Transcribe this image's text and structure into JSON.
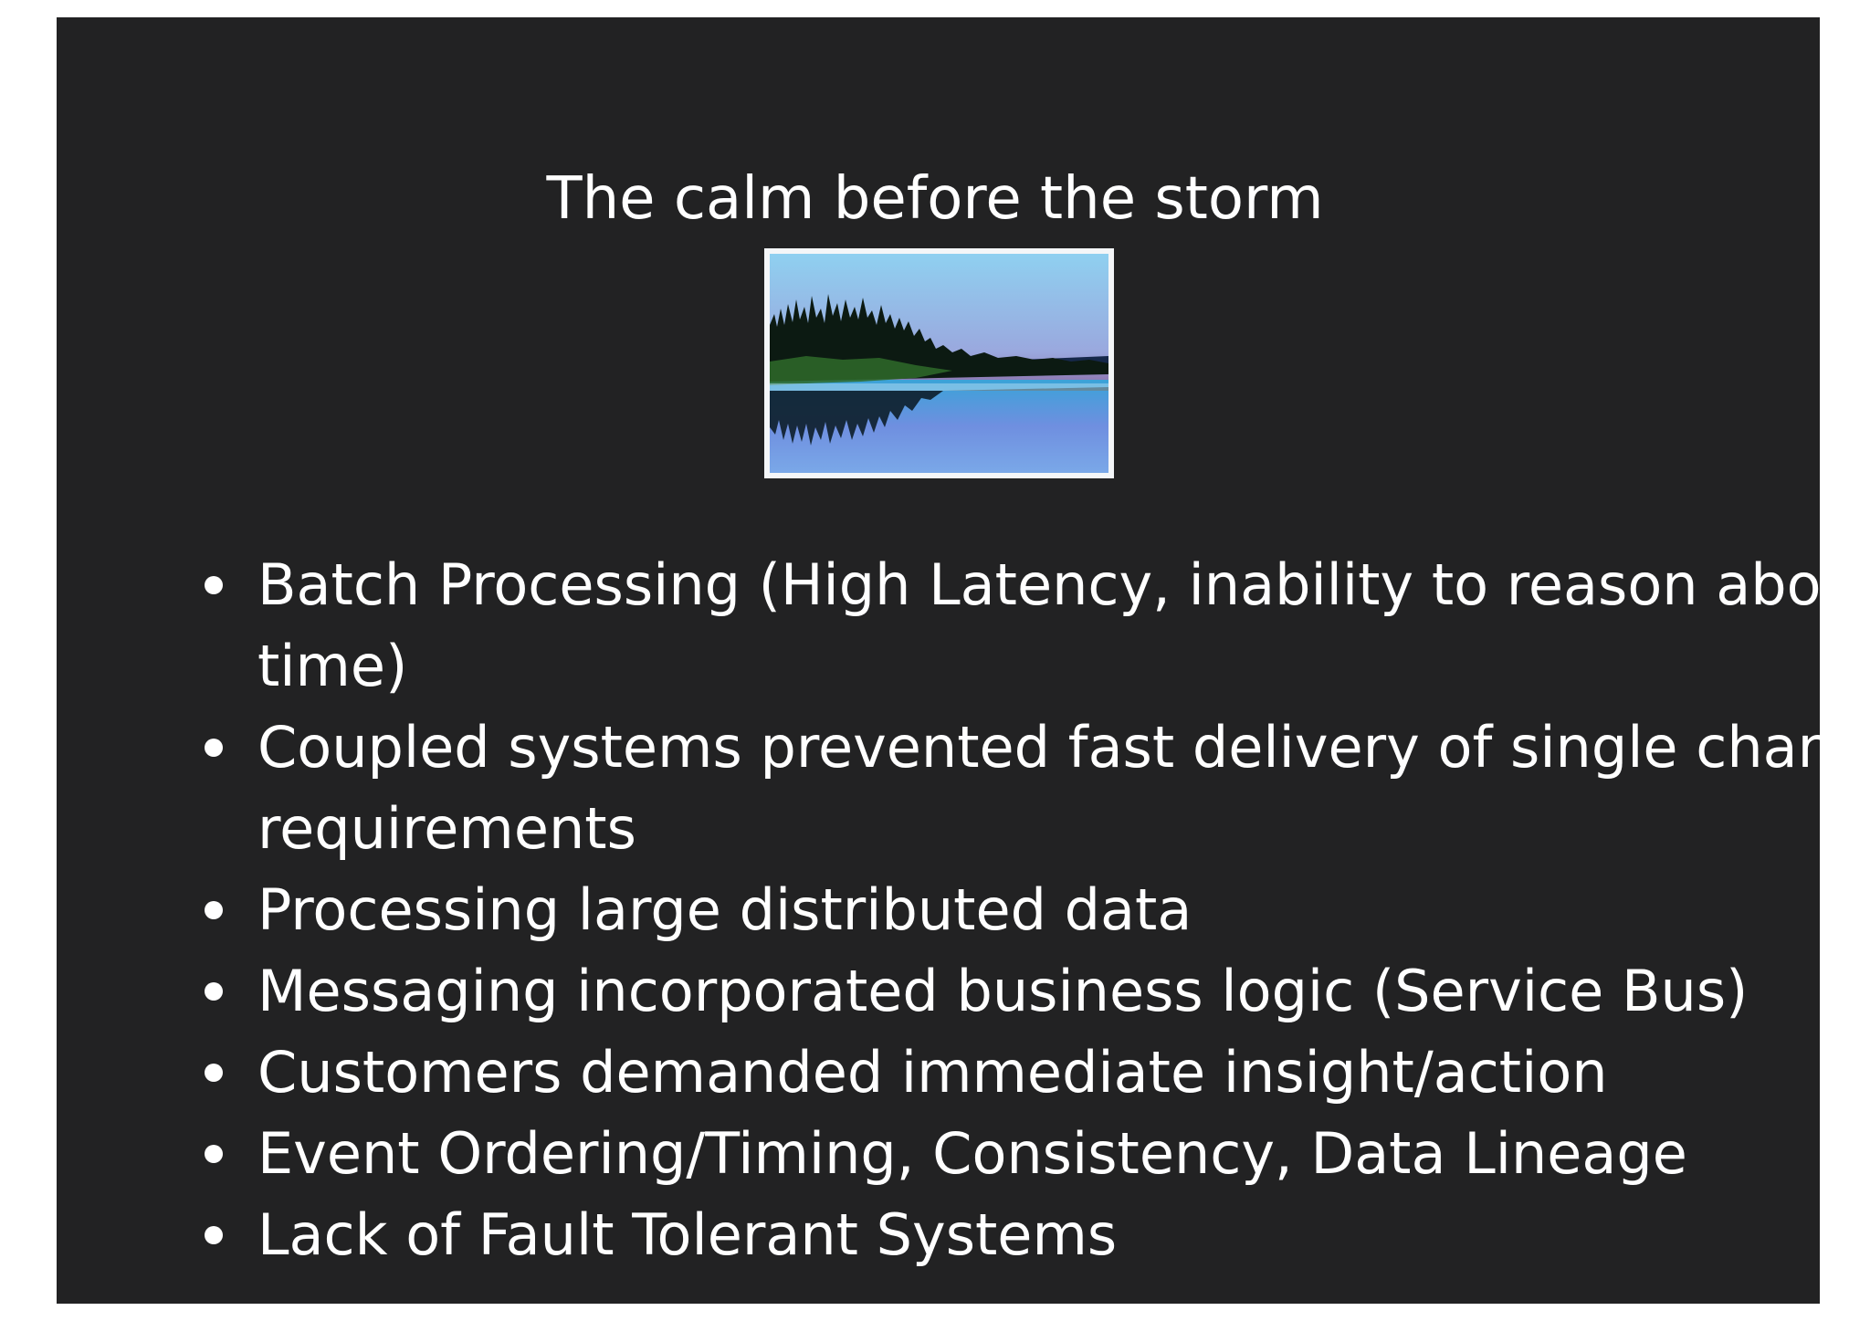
{
  "slide": {
    "title": "The calm before the storm",
    "image": {
      "description_icon": "lake-forest-photo"
    },
    "bullets": [
      {
        "line1": "Batch Processing (High Latency, inability to reason about",
        "line2": "time)"
      },
      {
        "line1": "Coupled systems prevented fast delivery of single change",
        "line2": "requirements"
      },
      {
        "line1": "Processing large distributed data",
        "line2": ""
      },
      {
        "line1": "Messaging incorporated business logic (Service Bus)",
        "line2": ""
      },
      {
        "line1": "Customers demanded immediate insight/action",
        "line2": ""
      },
      {
        "line1": "Event Ordering/Timing, Consistency, Data Lineage",
        "line2": ""
      },
      {
        "line1": "Lack of Fault Tolerant Systems",
        "line2": ""
      }
    ]
  },
  "colors": {
    "slide_background": "#222223",
    "text": "#ffffff",
    "page_background": "#ffffff"
  }
}
